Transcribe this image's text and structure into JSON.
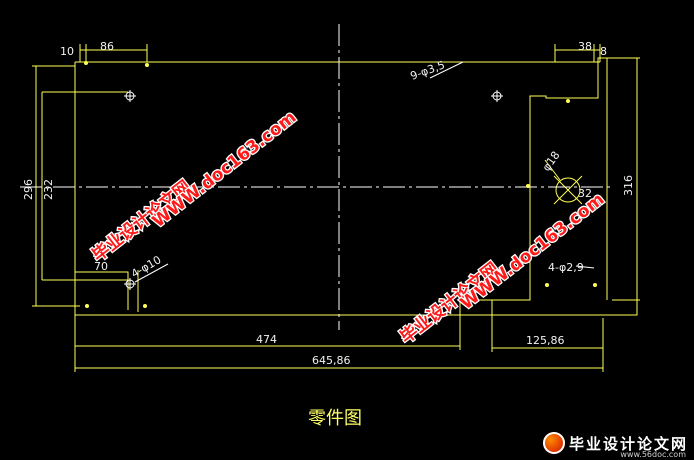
{
  "caption": "零件图",
  "dimensions": {
    "top_left_offset": "10",
    "top_left_width": "86",
    "top_right_width": "38",
    "top_right_offset": "8",
    "hole_large": "9-φ3,5",
    "height_overall": "296",
    "height_inner": "232",
    "height_right": "316",
    "circle_18": "φ18",
    "circle_32": "32",
    "left_low_width": "70",
    "hole_left": "4-φ10",
    "hole_right": "4-φ2,9",
    "width_474": "474",
    "width_right_bottom": "125,86",
    "width_overall": "645,86"
  },
  "watermark": {
    "text_cn": "毕业设计论文网",
    "text_url": "WWW.doc163.com"
  },
  "logo": {
    "text": "毕业设计论文网",
    "url": "www.56doc.com"
  },
  "colors": {
    "background": "#000000",
    "outline": "#ffff55",
    "dimension_text": "#f2f2f2",
    "watermark": "#ff1a1a"
  }
}
